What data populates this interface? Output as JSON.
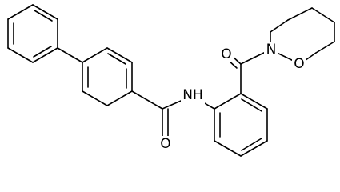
{
  "molecule": {
    "atom_labels": {
      "amide_oxygen": "O",
      "amide_nitrogen": "NH",
      "ketone_oxygen": "O",
      "morpholine_nitrogen": "N",
      "morpholine_oxygen": "O"
    },
    "colors": {
      "bond": "#000000",
      "label": "#000000",
      "background": "#ffffff"
    }
  }
}
